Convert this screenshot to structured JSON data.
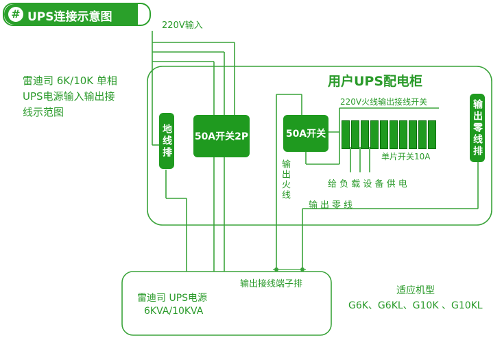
{
  "header": {
    "icon": "hash-icon",
    "title": "UPS连接示意图"
  },
  "input_label": "220V输入",
  "description": [
    "雷迪司 6K/10K 单相",
    "UPS电源输入输出接",
    "线示范图"
  ],
  "cabinet_title": "用户UPS配电柜",
  "ground_bar": "地线排",
  "switch_2p": "50A开关2P",
  "switch_50a": "50A开关",
  "breaker_bank_label": "220V火线输出接线开关",
  "single_switch_label": "单片开关10A",
  "supply_label": "给 负 载 设 备 供 电",
  "neutral_bar": "输出零线排",
  "output_live": "输出火线",
  "output_neutral": "输出零线",
  "terminal_label": "输出接线端子排",
  "ups_name": "雷迪司  UPS电源",
  "ups_rating": "6KVA/10KVA",
  "models_title": "适应机型",
  "models": "G6K、G6KL、G10K 、G10KL",
  "colors": {
    "accent": "#2aa02a",
    "line": "#3aa33a",
    "box": "#1f9a1f"
  }
}
